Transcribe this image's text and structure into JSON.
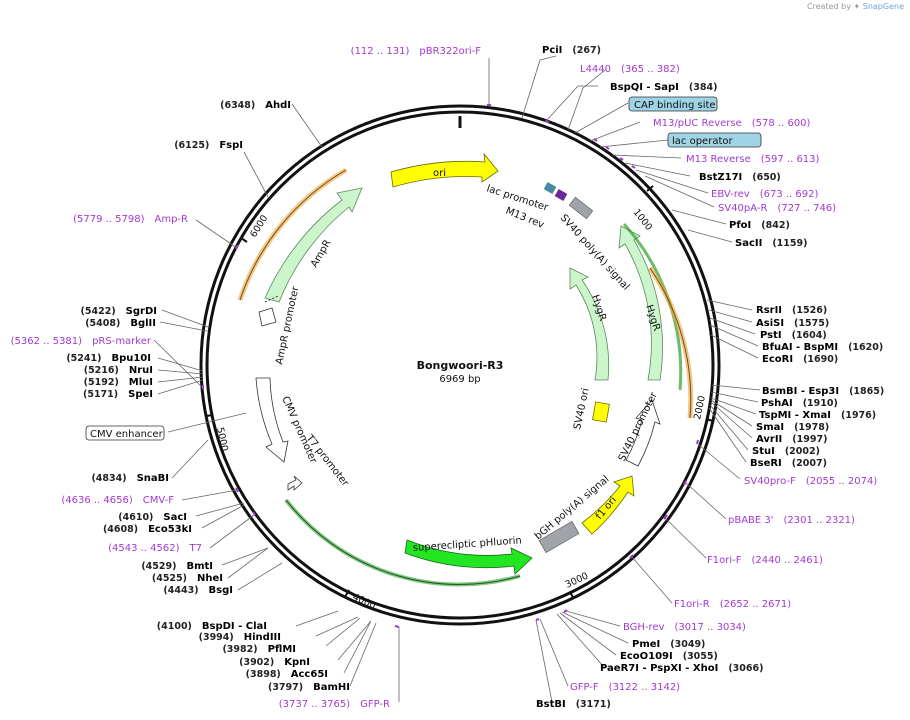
{
  "credit": {
    "prefix": "Created by",
    "brand": "SnapGene"
  },
  "plasmid": {
    "name": "Bongwoori-R3",
    "size_label": "6969 bp"
  },
  "colors": {
    "primer": "#a13ad0",
    "enzyme": "#000000",
    "ampr": "#ccf5cc",
    "ori": "#ffff00",
    "pHluorin": "#22e622",
    "polyA": "#a0a4a8",
    "orf_line_hyg": "#2e9e2e",
    "orf_line_amp": "#e8a43c"
  },
  "ticks": [
    "1000",
    "2000",
    "3000",
    "4000",
    "5000",
    "6000"
  ],
  "enzymes": [
    {
      "name": "PciI",
      "pos": "(267)"
    },
    {
      "name": "BspQI - SapI",
      "pos": "(384)"
    },
    {
      "name": "BstZ17I",
      "pos": "(650)"
    },
    {
      "name": "PfoI",
      "pos": "(842)"
    },
    {
      "name": "SacII",
      "pos": "(1159)"
    },
    {
      "name": "RsrII",
      "pos": "(1526)"
    },
    {
      "name": "AsiSI",
      "pos": "(1575)"
    },
    {
      "name": "PstI",
      "pos": "(1604)"
    },
    {
      "name": "BfuAI - BspMI",
      "pos": "(1620)"
    },
    {
      "name": "EcoRI",
      "pos": "(1690)"
    },
    {
      "name": "BsmBI - Esp3I",
      "pos": "(1865)"
    },
    {
      "name": "PshAI",
      "pos": "(1910)"
    },
    {
      "name": "TspMI - XmaI",
      "pos": "(1976)"
    },
    {
      "name": "SmaI",
      "pos": "(1978)"
    },
    {
      "name": "AvrII",
      "pos": "(1997)"
    },
    {
      "name": "StuI",
      "pos": "(2002)"
    },
    {
      "name": "BseRI",
      "pos": "(2007)"
    },
    {
      "name": "PmeI",
      "pos": "(3049)"
    },
    {
      "name": "EcoO109I",
      "pos": "(3055)"
    },
    {
      "name": "PaeR7I - PspXI - XhoI",
      "pos": "(3066)"
    },
    {
      "name": "BstBI",
      "pos": "(3171)"
    },
    {
      "name": "BamHI",
      "pos": "(3797)"
    },
    {
      "name": "Acc65I",
      "pos": "(3898)"
    },
    {
      "name": "KpnI",
      "pos": "(3902)"
    },
    {
      "name": "PflMI",
      "pos": "(3982)"
    },
    {
      "name": "HindIII",
      "pos": "(3994)"
    },
    {
      "name": "BspDI - ClaI",
      "pos": "(4100)"
    },
    {
      "name": "BsgI",
      "pos": "(4443)"
    },
    {
      "name": "NheI",
      "pos": "(4525)"
    },
    {
      "name": "BmtI",
      "pos": "(4529)"
    },
    {
      "name": "Eco53kI",
      "pos": "(4608)"
    },
    {
      "name": "SacI",
      "pos": "(4610)"
    },
    {
      "name": "SnaBI",
      "pos": "(4834)"
    },
    {
      "name": "SpeI",
      "pos": "(5171)"
    },
    {
      "name": "MluI",
      "pos": "(5192)"
    },
    {
      "name": "NruI",
      "pos": "(5216)"
    },
    {
      "name": "Bpu10I",
      "pos": "(5241)"
    },
    {
      "name": "BglII",
      "pos": "(5408)"
    },
    {
      "name": "SgrDI",
      "pos": "(5422)"
    },
    {
      "name": "FspI",
      "pos": "(6125)"
    },
    {
      "name": "AhdI",
      "pos": "(6348)"
    }
  ],
  "primers": [
    {
      "name": "pBR322ori-F",
      "range": "(112 .. 131)"
    },
    {
      "name": "L4440",
      "range": "(365 .. 382)"
    },
    {
      "name": "M13/pUC Reverse",
      "range": "(578 .. 600)"
    },
    {
      "name": "M13 Reverse",
      "range": "(597 .. 613)"
    },
    {
      "name": "EBV-rev",
      "range": "(673 .. 692)"
    },
    {
      "name": "SV40pA-R",
      "range": "(727 .. 746)"
    },
    {
      "name": "SV40pro-F",
      "range": "(2055 .. 2074)"
    },
    {
      "name": "pBABE 3'",
      "range": "(2301 .. 2321)"
    },
    {
      "name": "F1ori-F",
      "range": "(2440 .. 2461)"
    },
    {
      "name": "F1ori-R",
      "range": "(2652 .. 2671)"
    },
    {
      "name": "BGH-rev",
      "range": "(3017 .. 3034)"
    },
    {
      "name": "GFP-F",
      "range": "(3122 .. 3142)"
    },
    {
      "name": "GFP-R",
      "range": "(3737 .. 3765)"
    },
    {
      "name": "T7",
      "range": "(4543 .. 4562)"
    },
    {
      "name": "CMV-F",
      "range": "(4636 .. 4656)"
    },
    {
      "name": "pRS-marker",
      "range": "(5362 .. 5381)"
    },
    {
      "name": "Amp-R",
      "range": "(5779 .. 5798)"
    }
  ],
  "boxed_features": {
    "cap": "CAP binding site",
    "lacop": "lac operator",
    "cmv": "CMV enhancer"
  },
  "features": {
    "ori": "ori",
    "ampr": "AmpR",
    "ampr_promoter": "AmpR promoter",
    "lac_promoter": "lac promoter",
    "m13_rev": "M13 rev",
    "sv40_polya": "SV40 poly(A) signal",
    "hygr_outer": "HygR",
    "hygr_inner": "HygR",
    "sv40_ori": "SV40 ori",
    "sv40_promoter": "SV40 promoter",
    "f1_ori": "f1 ori",
    "bgh_polya": "bGH poly(A) signal",
    "pHluorin": "superecliptic pHluorin",
    "cmv_promoter": "CMV promoter",
    "t7_promoter": "T7 promoter"
  }
}
